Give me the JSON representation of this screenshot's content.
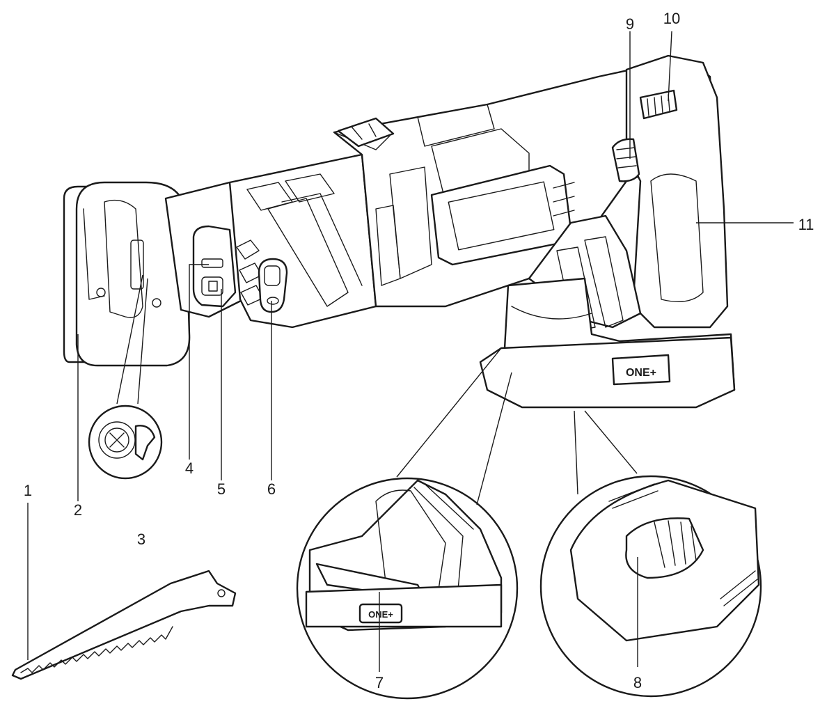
{
  "callouts": [
    {
      "id": "1",
      "label": "1"
    },
    {
      "id": "2",
      "label": "2"
    },
    {
      "id": "3",
      "label": "3"
    },
    {
      "id": "4",
      "label": "4"
    },
    {
      "id": "5",
      "label": "5"
    },
    {
      "id": "6",
      "label": "6"
    },
    {
      "id": "7",
      "label": "7"
    },
    {
      "id": "8",
      "label": "8"
    },
    {
      "id": "9",
      "label": "9"
    },
    {
      "id": "10",
      "label": "10"
    },
    {
      "id": "11",
      "label": "11"
    }
  ],
  "icons": {
    "tool": "reciprocating-saw-icon",
    "blade": "saw-blade-icon",
    "battery_logo": "one-plus-logo"
  }
}
